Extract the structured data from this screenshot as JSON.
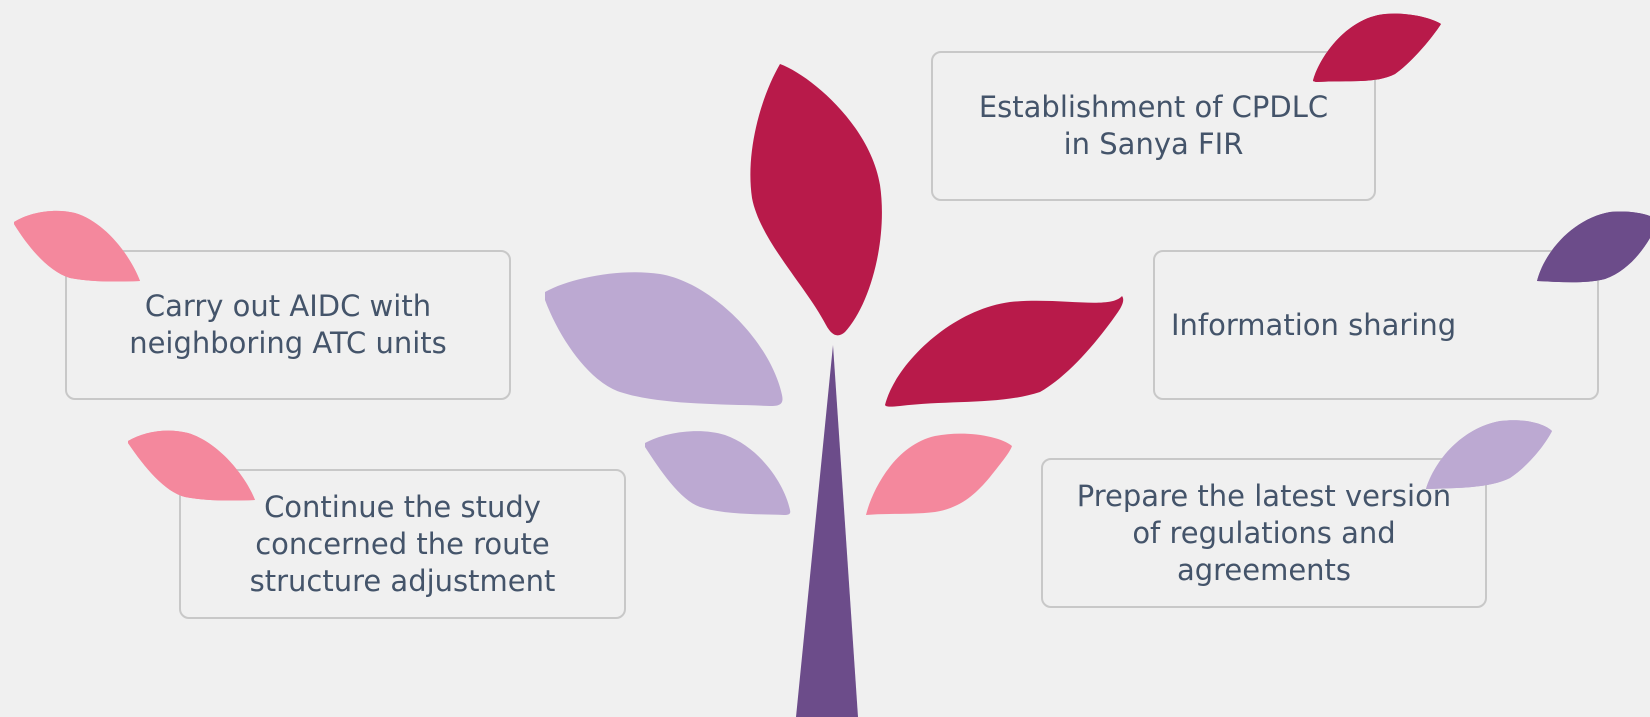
{
  "colors": {
    "background": "#f0f0f0",
    "text": "#44546a",
    "border": "#c8c8c8",
    "crimson": "#b81a4a",
    "pink": "#f4889d",
    "lavender": "#bca9d2",
    "purple": "#6c4c8a"
  },
  "items": {
    "cpdlc": "Establishment of CPDLC\nin Sanya FIR",
    "aidc": "Carry out AIDC with\nneighboring ATC units",
    "info": "Information sharing",
    "route": "Continue the study\nconcerned the route\nstructure adjustment",
    "regs": "Prepare the latest version\nof regulations and\nagreements"
  }
}
